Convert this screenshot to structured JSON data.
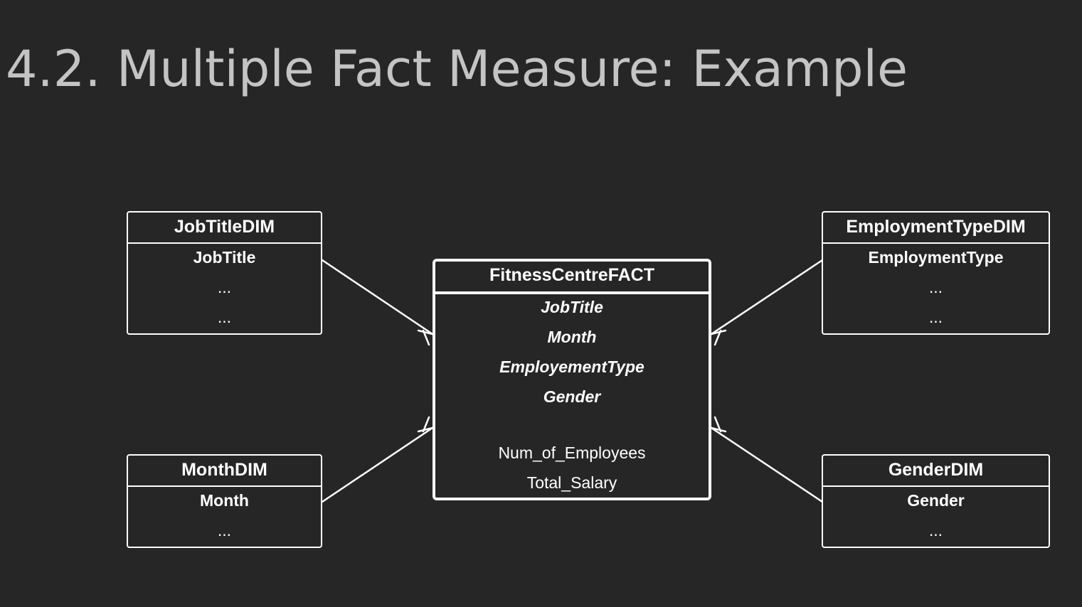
{
  "slide": {
    "title": "4.2. Multiple Fact Measure: Example"
  },
  "entities": {
    "jobtitle_dim": {
      "name": "JobTitleDIM",
      "attributes": [
        "JobTitle",
        "...",
        "..."
      ]
    },
    "month_dim": {
      "name": "MonthDIM",
      "attributes": [
        "Month",
        "..."
      ]
    },
    "employmenttype_dim": {
      "name": "EmploymentTypeDIM",
      "attributes": [
        "EmploymentType",
        "...",
        "..."
      ]
    },
    "gender_dim": {
      "name": "GenderDIM",
      "attributes": [
        "Gender",
        "..."
      ]
    },
    "fitness_fact": {
      "name": "FitnessCentreFACT",
      "foreign_keys": [
        "JobTitle",
        "Month",
        "EmployementType",
        "Gender"
      ],
      "measures": [
        "Num_of_Employees",
        "Total_Salary"
      ]
    }
  },
  "relationships": [
    {
      "from": "JobTitleDIM",
      "to": "FitnessCentreFACT",
      "cardinality": "one-to-many"
    },
    {
      "from": "MonthDIM",
      "to": "FitnessCentreFACT",
      "cardinality": "one-to-many"
    },
    {
      "from": "EmploymentTypeDIM",
      "to": "FitnessCentreFACT",
      "cardinality": "one-to-many"
    },
    {
      "from": "GenderDIM",
      "to": "FitnessCentreFACT",
      "cardinality": "one-to-many"
    }
  ],
  "colors": {
    "background": "#262626",
    "title": "#c4c4c4",
    "lines": "#ffffff",
    "text": "#ffffff"
  }
}
